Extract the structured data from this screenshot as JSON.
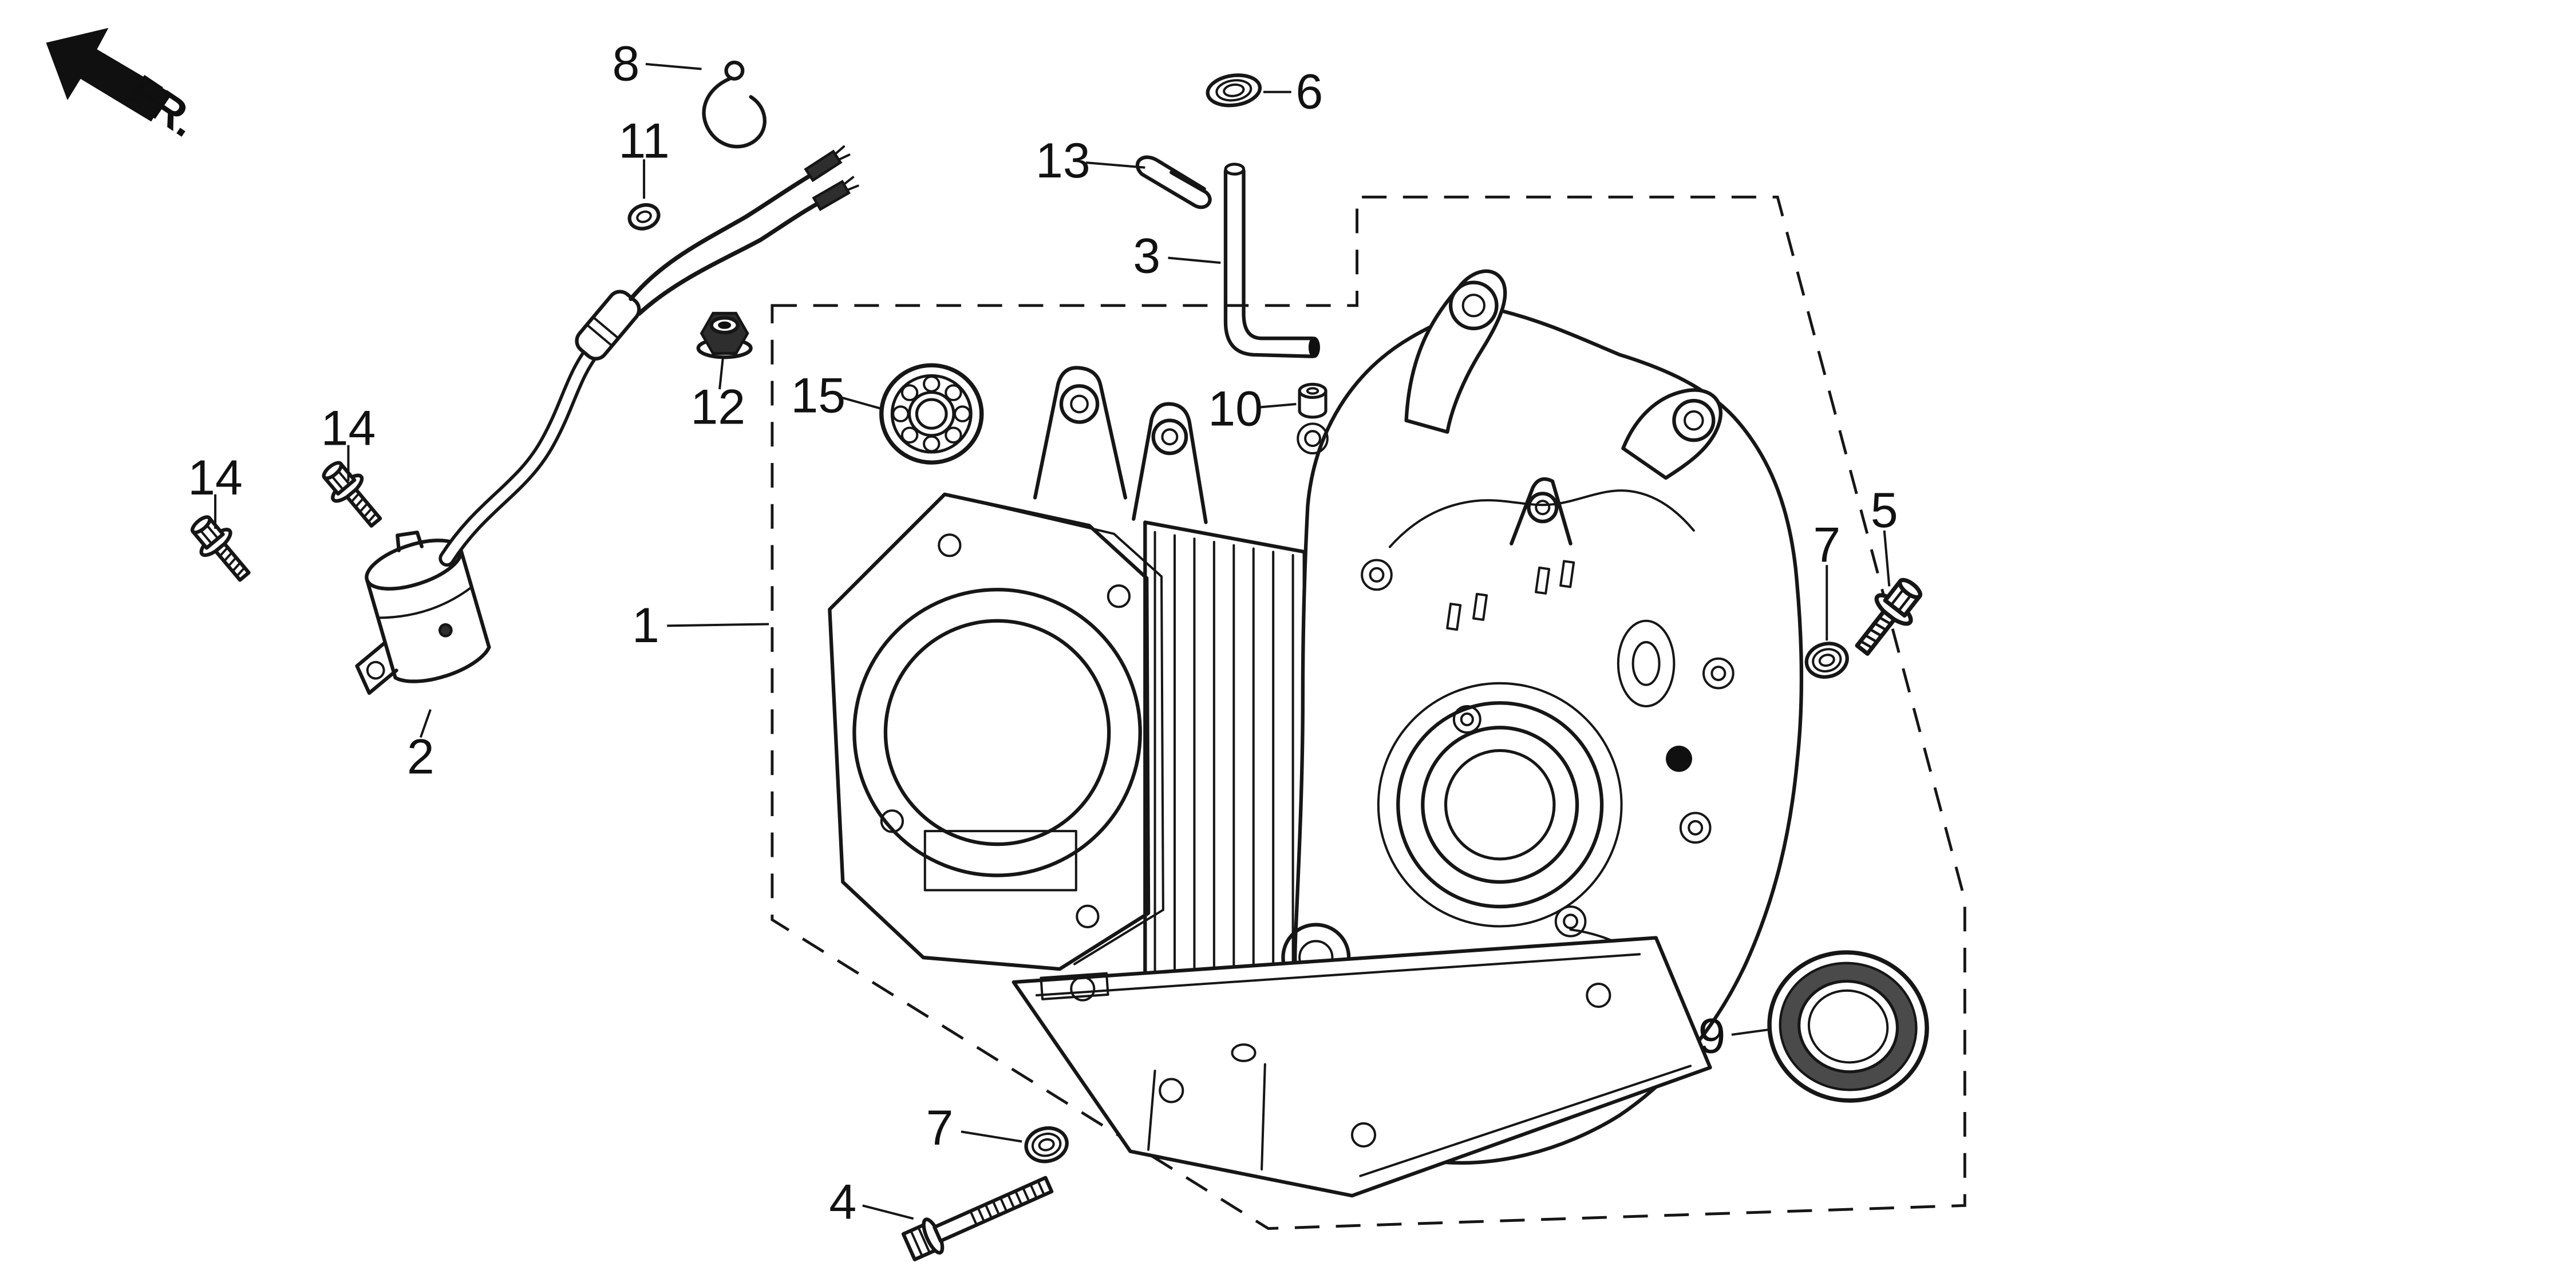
{
  "fr_indicator": {
    "label": "FR."
  },
  "callouts": {
    "p1": {
      "label": "1"
    },
    "p2": {
      "label": "2"
    },
    "p3": {
      "label": "3"
    },
    "p4": {
      "label": "4"
    },
    "p5": {
      "label": "5"
    },
    "p6": {
      "label": "6"
    },
    "p7_right": {
      "label": "7"
    },
    "p7_bottom": {
      "label": "7"
    },
    "p8": {
      "label": "8"
    },
    "p9": {
      "label": "9"
    },
    "p10": {
      "label": "10"
    },
    "p11": {
      "label": "11"
    },
    "p12": {
      "label": "12"
    },
    "p13": {
      "label": "13"
    },
    "p14_upper": {
      "label": "14"
    },
    "p14_lower": {
      "label": "14"
    },
    "p15": {
      "label": "15"
    }
  },
  "colors": {
    "line": "#161616",
    "background": "#ffffff",
    "seal_ring": "#4a4a4a"
  }
}
